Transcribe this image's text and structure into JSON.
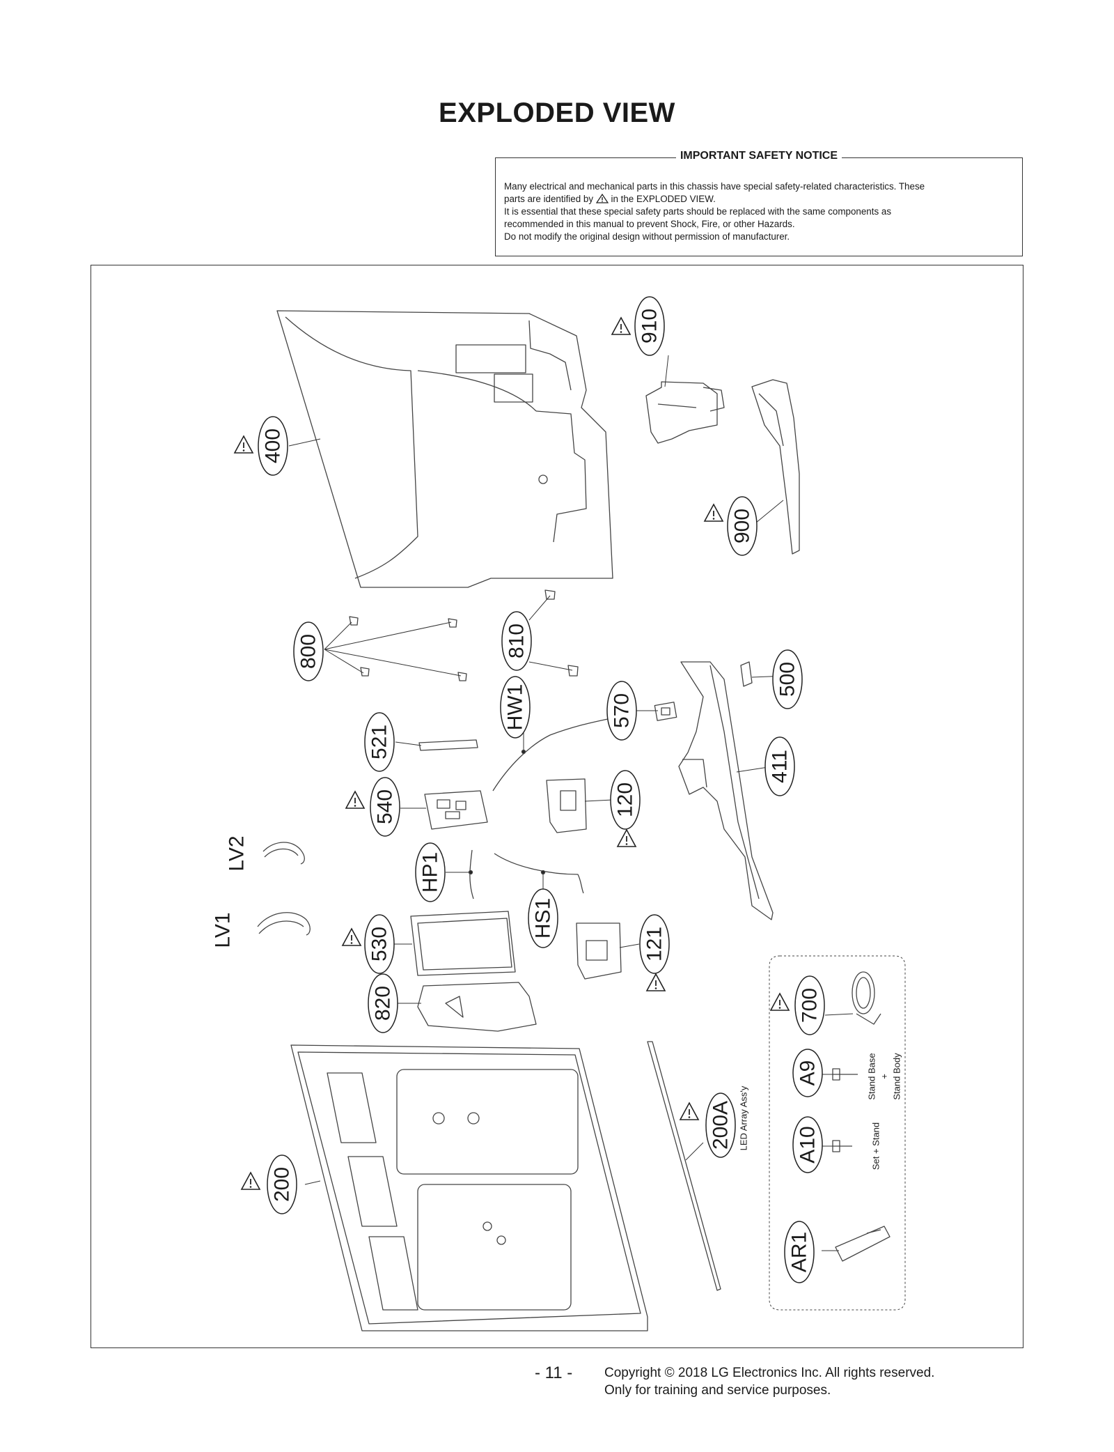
{
  "page_title": "EXPLODED VIEW",
  "notice": {
    "title": "IMPORTANT SAFETY NOTICE",
    "line1": "Many electrical and mechanical parts in this chassis have special safety-related characteristics. These",
    "line2_pre": "parts are identified by",
    "line2_post": "in the EXPLODED VIEW.",
    "line3": "It is essential that these special safety parts should be replaced with the same components as",
    "line4": "recommended in this manual to prevent Shock, Fire, or other Hazards.",
    "line5": "Do not modify the original design without permission of manufacturer."
  },
  "parts": [
    {
      "id": "910",
      "safety": true
    },
    {
      "id": "400",
      "safety": true
    },
    {
      "id": "900",
      "safety": true
    },
    {
      "id": "800",
      "safety": false
    },
    {
      "id": "810",
      "safety": false
    },
    {
      "id": "500",
      "safety": false
    },
    {
      "id": "HW1",
      "safety": false
    },
    {
      "id": "570",
      "safety": false
    },
    {
      "id": "521",
      "safety": false
    },
    {
      "id": "411",
      "safety": false
    },
    {
      "id": "540",
      "safety": true
    },
    {
      "id": "120",
      "safety": true
    },
    {
      "id": "LV2",
      "safety": false
    },
    {
      "id": "HP1",
      "safety": false
    },
    {
      "id": "LV1",
      "safety": false
    },
    {
      "id": "HS1",
      "safety": false
    },
    {
      "id": "530",
      "safety": true
    },
    {
      "id": "121",
      "safety": true
    },
    {
      "id": "820",
      "safety": false
    },
    {
      "id": "700",
      "safety": true
    },
    {
      "id": "A9",
      "safety": false
    },
    {
      "id": "200A",
      "safety": true
    },
    {
      "id": "A10",
      "safety": false
    },
    {
      "id": "200",
      "safety": true
    },
    {
      "id": "AR1",
      "safety": false
    }
  ],
  "captions": {
    "led_array": "LED Array Ass'y",
    "stand_base": "Stand Base",
    "plus": "+",
    "stand_body": "Stand Body",
    "set_stand": "Set + Stand"
  },
  "footer": {
    "page": "- 11 -",
    "copyright": "Copyright © 2018 LG Electronics Inc. All rights reserved.",
    "usage": "Only for training and service purposes."
  }
}
